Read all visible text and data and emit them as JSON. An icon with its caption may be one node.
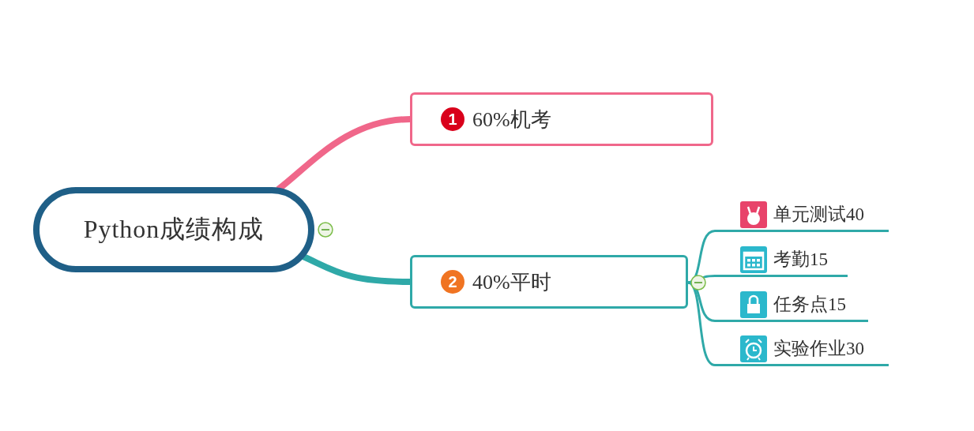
{
  "diagram": {
    "nodes": [
      {
        "text": [
          "Python成绩构成"
        ]
      },
      {
        "text": [
          "1",
          "60%机考"
        ]
      },
      {
        "text": [
          "2",
          "40%平时"
        ]
      },
      {
        "text": [
          "单元测试40"
        ]
      },
      {
        "text": [
          "考勤15"
        ]
      },
      {
        "text": [
          "任务点15"
        ]
      },
      {
        "text": [
          "实验作业30"
        ]
      }
    ],
    "edges": [
      {
        "from": 0,
        "to": 1,
        "arrow": "none",
        "style": "thick",
        "color": "#f0678a"
      },
      {
        "from": 0,
        "to": 2,
        "arrow": "none",
        "style": "thick"
      },
      {
        "from": 2,
        "to": 3,
        "arrow": "none"
      },
      {
        "from": 2,
        "to": 4,
        "arrow": "none"
      },
      {
        "from": 2,
        "to": 5,
        "arrow": "none"
      },
      {
        "from": 2,
        "to": 6,
        "arrow": "none"
      }
    ]
  }
}
